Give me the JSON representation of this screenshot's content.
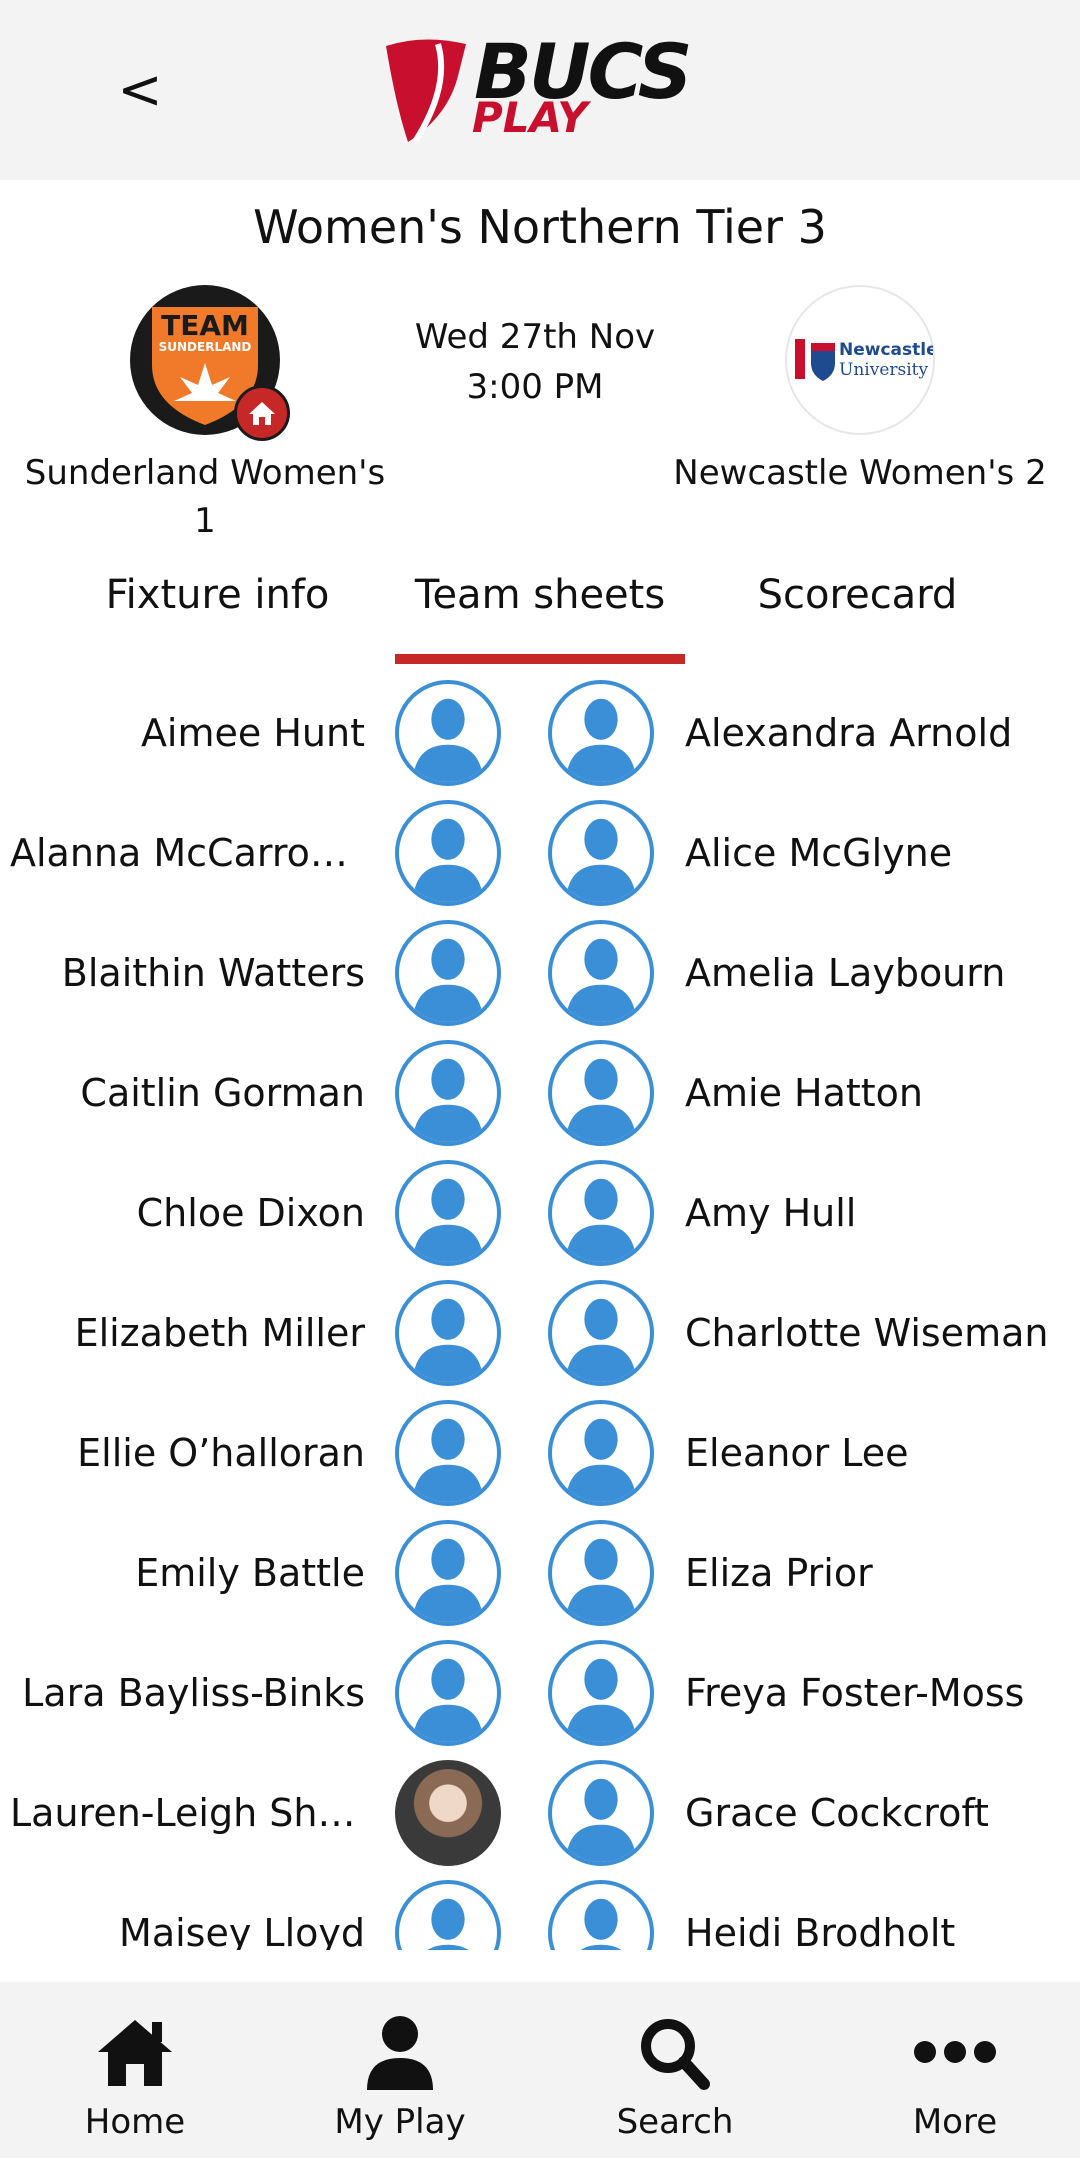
{
  "header": {
    "back_label": "<",
    "logo_bucs": "BUCS",
    "logo_play": "PLAY"
  },
  "match": {
    "title": "Women's Northern Tier 3",
    "date": "Wed 27th Nov",
    "time": "3:00 PM",
    "home_team": "Sunderland Women's 1",
    "away_team": "Newcastle Women's 2",
    "home_crest_text": "TEAM",
    "home_crest_subtext": "SUNDERLAND",
    "away_crest_text": "Newcastle",
    "away_crest_subtext": "University"
  },
  "tabs": [
    {
      "label": "Fixture info",
      "active": false
    },
    {
      "label": "Team sheets",
      "active": true
    },
    {
      "label": "Scorecard",
      "active": false
    }
  ],
  "home_players": [
    "Aimee Hunt",
    "Alanna McCarron ...",
    "Blaithin Watters",
    "Caitlin Gorman",
    "Chloe Dixon",
    "Elizabeth Miller",
    "Ellie O’halloran",
    "Emily Battle",
    "Lara Bayliss-Binks",
    "Lauren-Leigh Shie...",
    "Maisey Lloyd"
  ],
  "away_players": [
    "Alexandra Arnold",
    "Alice McGlyne",
    "Amelia Laybourn",
    "Amie Hatton",
    "Amy Hull",
    "Charlotte Wiseman",
    "Eleanor Lee",
    "Eliza Prior",
    "Freya Foster-Moss",
    "Grace Cockcroft",
    "Heidi Brodholt"
  ],
  "nav": [
    {
      "label": "Home",
      "icon": "home-icon"
    },
    {
      "label": "My Play",
      "icon": "person-icon"
    },
    {
      "label": "Search",
      "icon": "search-icon"
    },
    {
      "label": "More",
      "icon": "more-icon"
    }
  ],
  "colors": {
    "accent": "#c62828",
    "avatar_blue": "#3a8fd6",
    "header_bg": "#f3f3f3"
  }
}
